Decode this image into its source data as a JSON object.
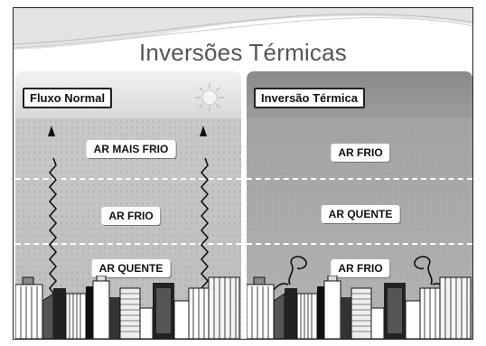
{
  "slide": {
    "title": "Inversões Térmicas"
  },
  "panels": {
    "left": {
      "header": "Fluxo Normal",
      "layers": [
        "AR MAIS FRIO",
        "AR FRIO",
        "AR QUENTE"
      ]
    },
    "right": {
      "header": "Inversão Térmica",
      "layers": [
        "AR FRIO",
        "AR QUENTE",
        "AR FRIO"
      ]
    }
  },
  "colors": {
    "panel_left": "#cfcfcf",
    "panel_right": "#9a9a9a",
    "dash": "#ffffff"
  },
  "icons": [
    "sun-icon",
    "heat-rising-arrow-icon",
    "curling-smoke-arrow-icon",
    "city-buildings-icon"
  ]
}
